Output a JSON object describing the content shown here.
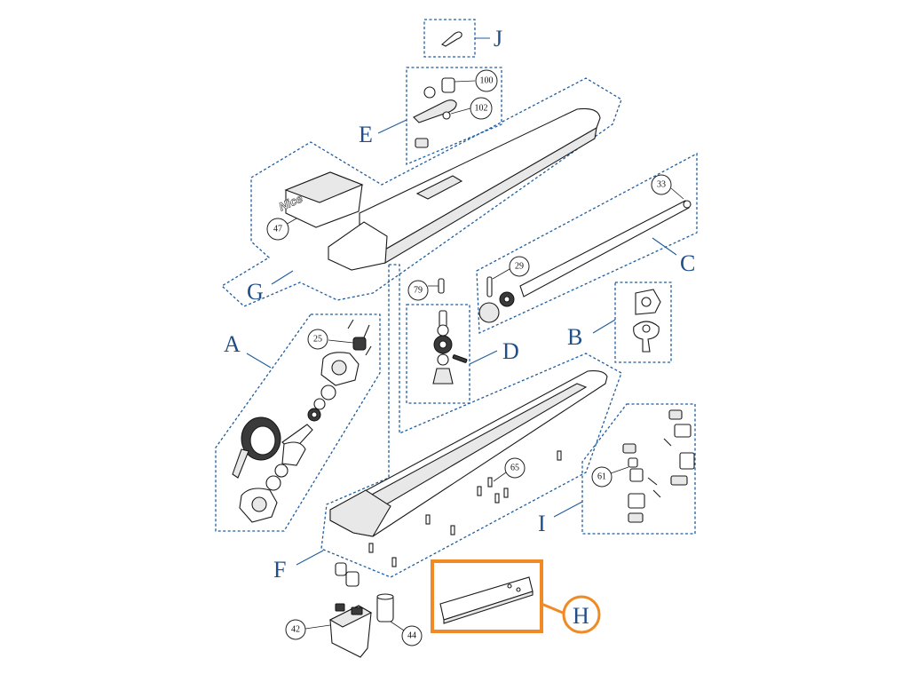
{
  "colors": {
    "outline": "#1f5d9e",
    "letter": "#1f4f8a",
    "highlight": "#f08a24"
  },
  "groups": {
    "A": "A",
    "B": "B",
    "C": "C",
    "D": "D",
    "E": "E",
    "F": "F",
    "G": "G",
    "H": "H",
    "I": "I",
    "J": "J"
  },
  "parts": {
    "p25": "25",
    "p29": "29",
    "p33": "33",
    "p42": "42",
    "p44": "44",
    "p47": "47",
    "p61": "61",
    "p65": "65",
    "p79": "79",
    "p100": "100",
    "p102": "102"
  },
  "brand_logo": "Nice",
  "highlighted_group": "H"
}
